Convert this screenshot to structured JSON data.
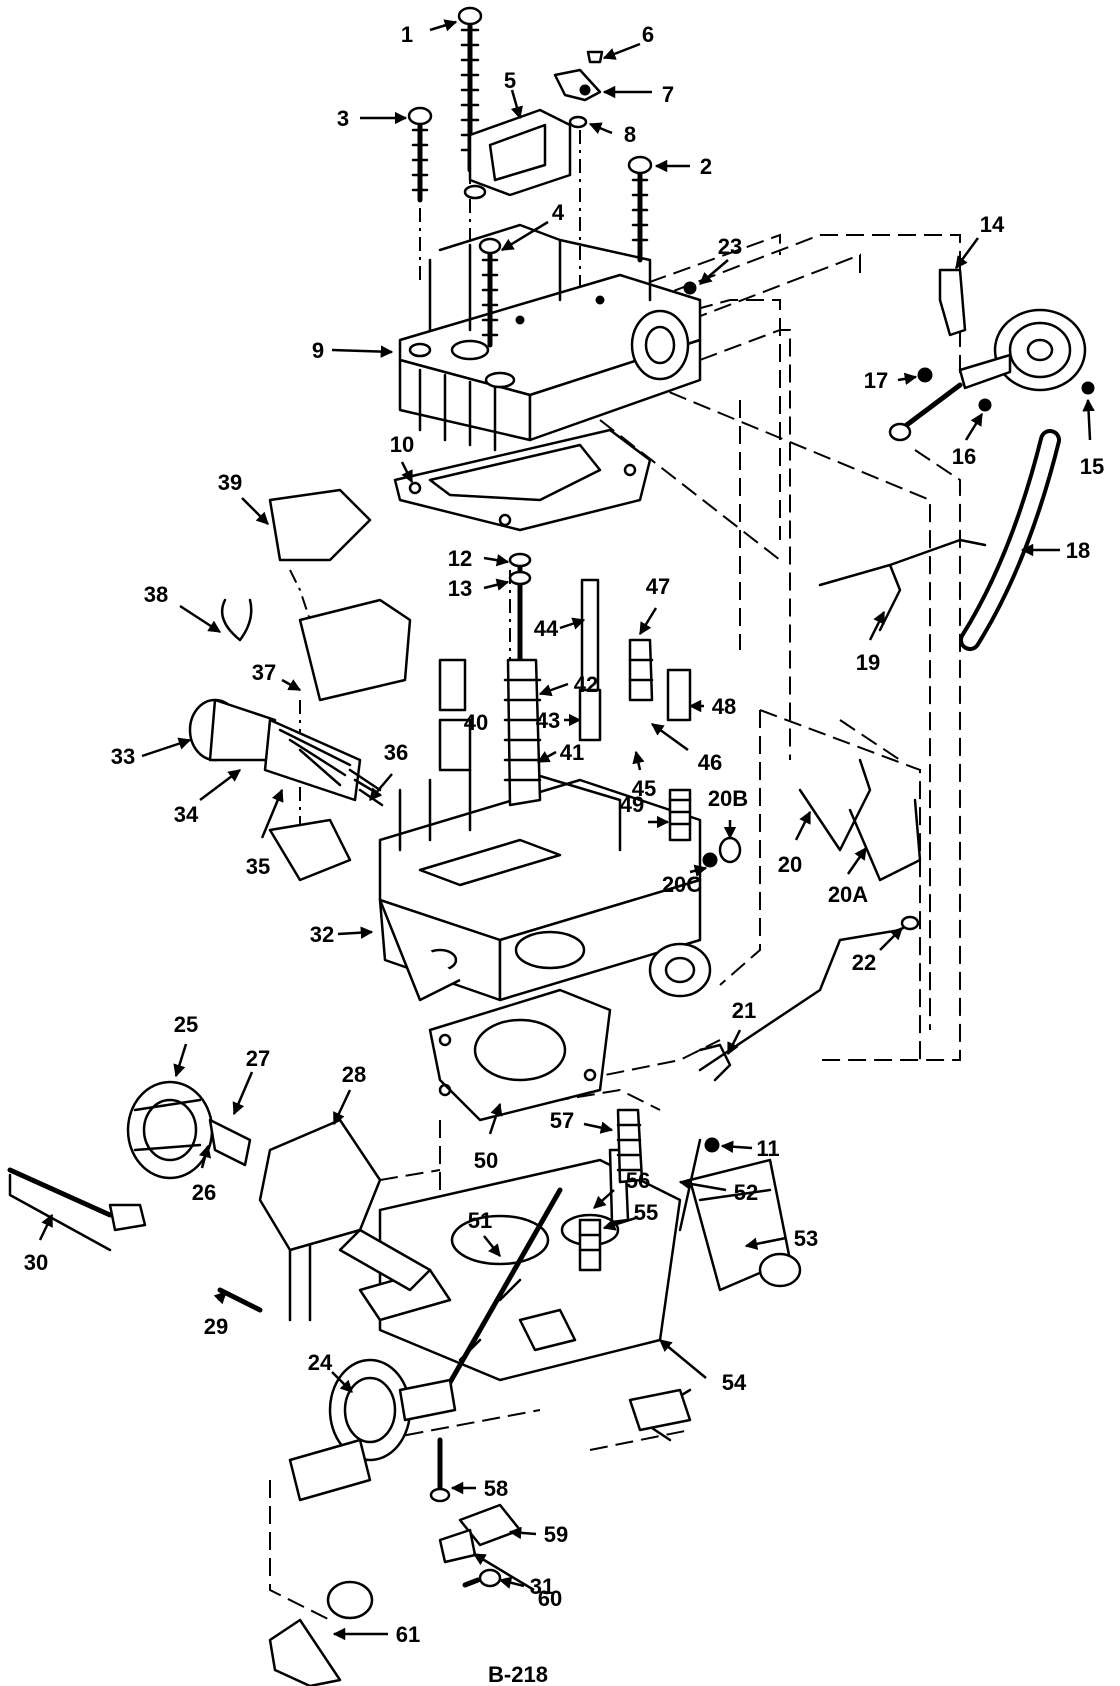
{
  "figure": {
    "id_label": "B-218"
  },
  "callouts": [
    {
      "label": "1"
    },
    {
      "label": "2"
    },
    {
      "label": "3"
    },
    {
      "label": "4"
    },
    {
      "label": "5"
    },
    {
      "label": "6"
    },
    {
      "label": "7"
    },
    {
      "label": "8"
    },
    {
      "label": "9"
    },
    {
      "label": "10"
    },
    {
      "label": "11"
    },
    {
      "label": "12"
    },
    {
      "label": "13"
    },
    {
      "label": "14"
    },
    {
      "label": "15"
    },
    {
      "label": "16"
    },
    {
      "label": "17"
    },
    {
      "label": "18"
    },
    {
      "label": "19"
    },
    {
      "label": "20"
    },
    {
      "label": "20A"
    },
    {
      "label": "20B"
    },
    {
      "label": "20C"
    },
    {
      "label": "21"
    },
    {
      "label": "22"
    },
    {
      "label": "23"
    },
    {
      "label": "24"
    },
    {
      "label": "25"
    },
    {
      "label": "26"
    },
    {
      "label": "27"
    },
    {
      "label": "28"
    },
    {
      "label": "29"
    },
    {
      "label": "30"
    },
    {
      "label": "31"
    },
    {
      "label": "32"
    },
    {
      "label": "33"
    },
    {
      "label": "34"
    },
    {
      "label": "35"
    },
    {
      "label": "36"
    },
    {
      "label": "37"
    },
    {
      "label": "38"
    },
    {
      "label": "39"
    },
    {
      "label": "40"
    },
    {
      "label": "41"
    },
    {
      "label": "42"
    },
    {
      "label": "43"
    },
    {
      "label": "44"
    },
    {
      "label": "45"
    },
    {
      "label": "46"
    },
    {
      "label": "47"
    },
    {
      "label": "48"
    },
    {
      "label": "49"
    },
    {
      "label": "50"
    },
    {
      "label": "51"
    },
    {
      "label": "52"
    },
    {
      "label": "53"
    },
    {
      "label": "54"
    },
    {
      "label": "55"
    },
    {
      "label": "56"
    },
    {
      "label": "57"
    },
    {
      "label": "58"
    },
    {
      "label": "59"
    },
    {
      "label": "60"
    },
    {
      "label": "61"
    }
  ]
}
